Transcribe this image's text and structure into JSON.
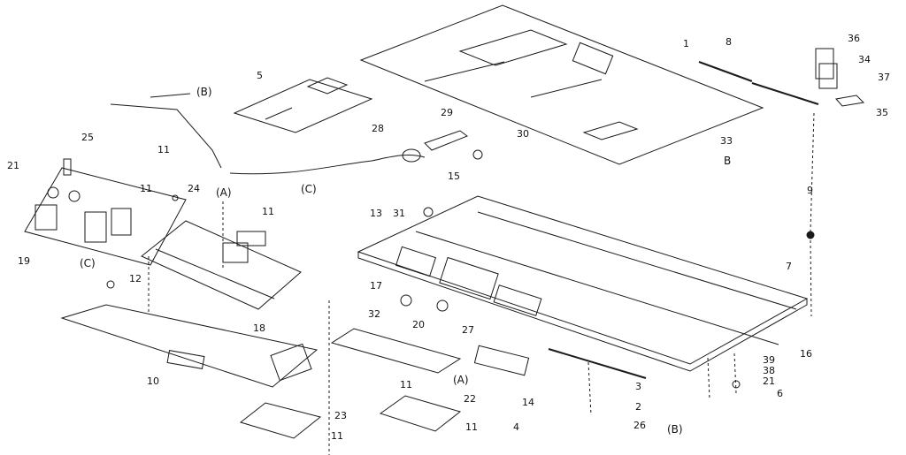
{
  "callouts": [
    {
      "id": "l1",
      "text": "1"
    },
    {
      "id": "l2",
      "text": "2"
    },
    {
      "id": "l3",
      "text": "3"
    },
    {
      "id": "l4",
      "text": "4"
    },
    {
      "id": "l5",
      "text": "5"
    },
    {
      "id": "l6",
      "text": "6"
    },
    {
      "id": "l7",
      "text": "7"
    },
    {
      "id": "l8",
      "text": "8"
    },
    {
      "id": "l9",
      "text": "9"
    },
    {
      "id": "l10",
      "text": "10"
    },
    {
      "id": "l11a",
      "text": "11"
    },
    {
      "id": "l11b",
      "text": "11"
    },
    {
      "id": "l11c",
      "text": "11"
    },
    {
      "id": "l11d",
      "text": "11"
    },
    {
      "id": "l11e",
      "text": "11"
    },
    {
      "id": "l11f",
      "text": "11"
    },
    {
      "id": "l12",
      "text": "12"
    },
    {
      "id": "l13",
      "text": "13"
    },
    {
      "id": "l14",
      "text": "14"
    },
    {
      "id": "l15",
      "text": "15"
    },
    {
      "id": "l16",
      "text": "16"
    },
    {
      "id": "l17",
      "text": "17"
    },
    {
      "id": "l18",
      "text": "18"
    },
    {
      "id": "l19",
      "text": "19"
    },
    {
      "id": "l20",
      "text": "20"
    },
    {
      "id": "l21a",
      "text": "21"
    },
    {
      "id": "l21b",
      "text": "21"
    },
    {
      "id": "l22",
      "text": "22"
    },
    {
      "id": "l23",
      "text": "23"
    },
    {
      "id": "l24",
      "text": "24"
    },
    {
      "id": "l25",
      "text": "25"
    },
    {
      "id": "l26",
      "text": "26"
    },
    {
      "id": "l27",
      "text": "27"
    },
    {
      "id": "l28",
      "text": "28"
    },
    {
      "id": "l29",
      "text": "29"
    },
    {
      "id": "l30",
      "text": "30"
    },
    {
      "id": "l31",
      "text": "31"
    },
    {
      "id": "l32",
      "text": "32"
    },
    {
      "id": "l33",
      "text": "33"
    },
    {
      "id": "l34",
      "text": "34"
    },
    {
      "id": "l35",
      "text": "35"
    },
    {
      "id": "l36",
      "text": "36"
    },
    {
      "id": "l37",
      "text": "37"
    },
    {
      "id": "l38",
      "text": "38"
    },
    {
      "id": "l39",
      "text": "39"
    },
    {
      "id": "lB1",
      "text": "(B)"
    },
    {
      "id": "lB2",
      "text": "B"
    },
    {
      "id": "lB3",
      "text": "(B)"
    },
    {
      "id": "lA1",
      "text": "(A)"
    },
    {
      "id": "lA2",
      "text": "(A)"
    },
    {
      "id": "lC1",
      "text": "(C)"
    },
    {
      "id": "lC2",
      "text": "(C)"
    }
  ],
  "colors": {
    "ink": "#1a1a1a",
    "paper": "#ffffff"
  }
}
